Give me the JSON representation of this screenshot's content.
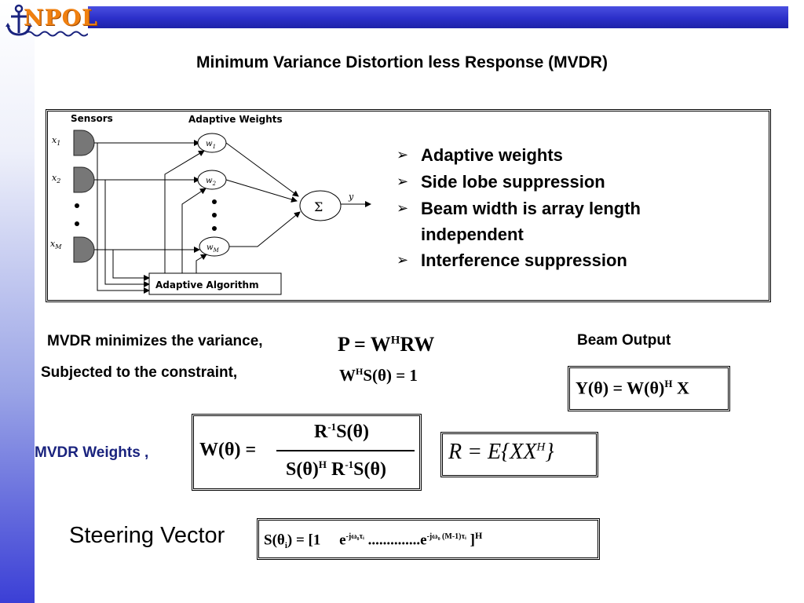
{
  "logo": {
    "text": "NPOL"
  },
  "title": "Minimum Variance Distortion less Response (MVDR)",
  "diagram": {
    "sensors_label": "Sensors",
    "weights_label": "Adaptive Weights",
    "algorithm_label": "Adaptive Algorithm",
    "sum_symbol": "Σ",
    "output_label": "y",
    "x1": "x",
    "x1_sub": "1",
    "x2": "x",
    "x2_sub": "2",
    "xm": "x",
    "xm_sub": "M",
    "w1": "w",
    "w1_sub": "1",
    "w2": "w",
    "w2_sub": "2",
    "wm": "w",
    "wm_sub": "M"
  },
  "bullets": [
    "Adaptive weights",
    "Side lobe suppression",
    "Beam width is array length",
    "independent",
    "Interference suppression"
  ],
  "bullet_marker": "➢",
  "variance": {
    "label": "MVDR minimizes the variance,",
    "eq_lhs": "P  =  W",
    "eq_sup": "H",
    "eq_rhs": "RW"
  },
  "constraint": {
    "label": "Subjected to the constraint,",
    "eq_w": "W",
    "eq_sup": "H",
    "eq_rest": "S(θ)  =  1"
  },
  "beam_output": {
    "label": "Beam Output",
    "eq_left": "Y(θ) = W(θ)",
    "eq_sup": "H",
    "eq_right": "X"
  },
  "mvdr_weights": {
    "label": "MVDR Weights ,",
    "lhs": "W(θ)  =",
    "num_r": "R",
    "num_sup": "-1",
    "num_rest": "S(θ)",
    "den_s": "S(θ)",
    "den_sup1": "H",
    "den_r": "R",
    "den_sup2": "-1",
    "den_rest": "S(θ)"
  },
  "covariance": {
    "eq": "R = E{XX",
    "sup": "H",
    "close": "}"
  },
  "steering": {
    "label": "Steering Vector",
    "eq_start": "S(θ",
    "eq_sub": "i",
    "eq_mid": ") = [1",
    "e1": "e",
    "e1_sup": "-jω₀τᵢ",
    "dots": "..............e",
    "e2_sup": "-jω₀ (M-1)τᵢ",
    "close": "]",
    "sup": "H"
  }
}
